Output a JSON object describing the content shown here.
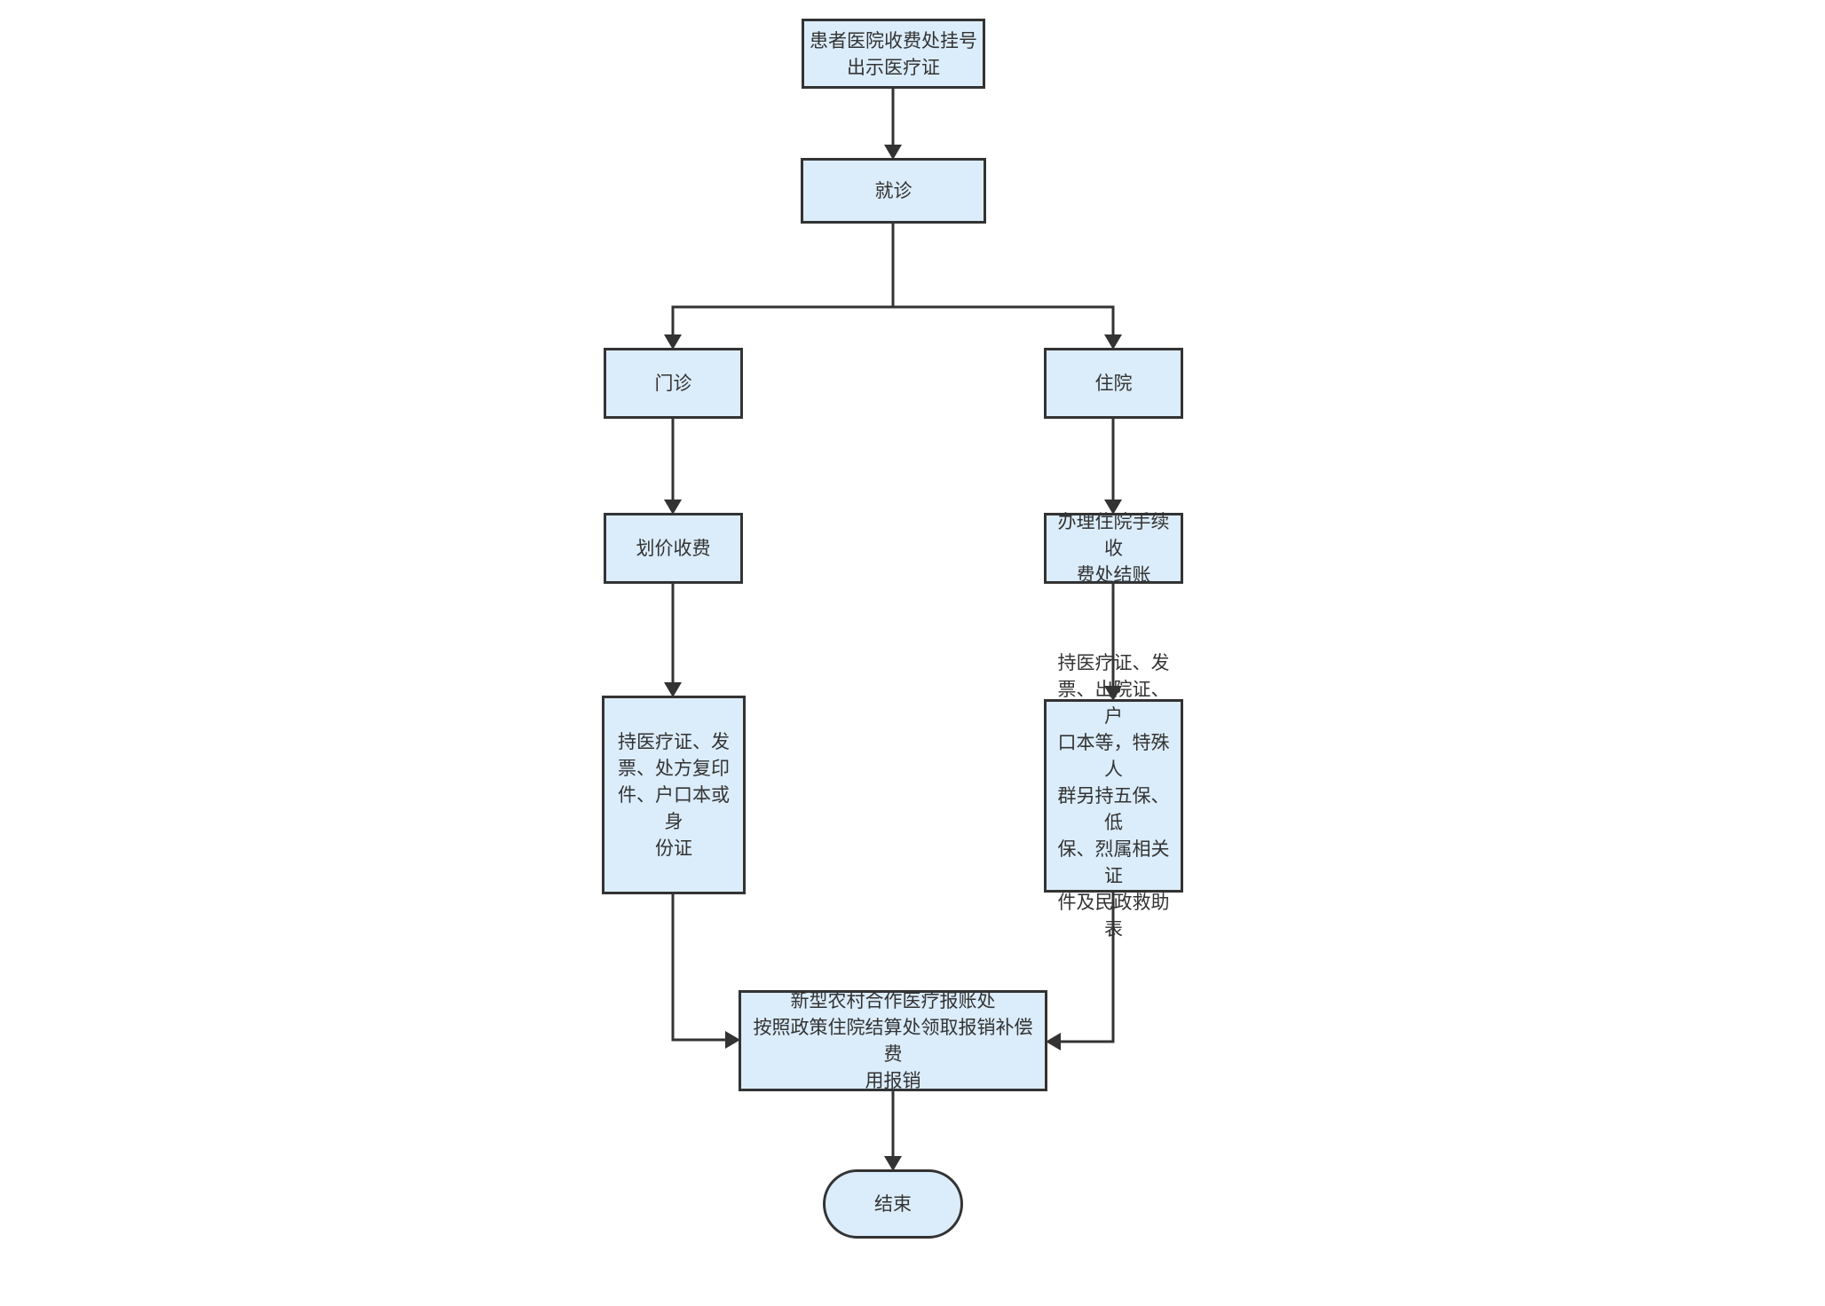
{
  "diagram": {
    "colors": {
      "node_fill": "#dbecfa",
      "node_border": "#333333",
      "text": "#333333",
      "edge": "#333333"
    },
    "nodes": {
      "register": {
        "label": "患者医院收费处挂号\n出示医疗证"
      },
      "visit": {
        "label": "就诊"
      },
      "outpatient": {
        "label": "门诊"
      },
      "inpatient": {
        "label": "住院"
      },
      "pricing": {
        "label": "划价收费"
      },
      "admission": {
        "label": "办理住院手续收\n费处结账"
      },
      "outpatient_docs": {
        "label": "持医疗证、发\n票、处方复印\n件、户口本或身\n份证"
      },
      "inpatient_docs": {
        "label": "持医疗证、发\n票、出院证、户\n口本等，特殊人\n群另持五保、低\n保、烈属相关证\n件及民政救助表"
      },
      "reimburse": {
        "label": "新型农村合作医疗报账处\n按照政策住院结算处领取报销补偿费\n用报销"
      },
      "end": {
        "label": "结束",
        "shape": "terminal"
      }
    },
    "edges": [
      {
        "from": "register",
        "to": "visit"
      },
      {
        "from": "visit",
        "to": "outpatient"
      },
      {
        "from": "visit",
        "to": "inpatient"
      },
      {
        "from": "outpatient",
        "to": "pricing"
      },
      {
        "from": "inpatient",
        "to": "admission"
      },
      {
        "from": "pricing",
        "to": "outpatient_docs"
      },
      {
        "from": "admission",
        "to": "inpatient_docs"
      },
      {
        "from": "outpatient_docs",
        "to": "reimburse"
      },
      {
        "from": "inpatient_docs",
        "to": "reimburse"
      },
      {
        "from": "reimburse",
        "to": "end"
      }
    ]
  }
}
